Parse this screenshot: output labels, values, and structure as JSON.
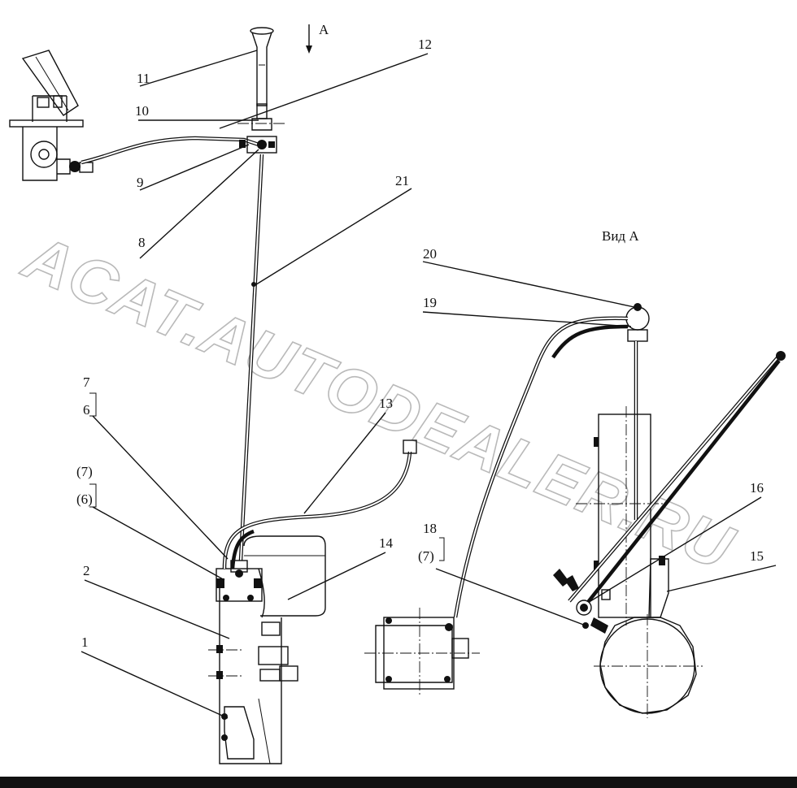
{
  "watermark": "ACAT.AUTODEALER.RU",
  "view_arrow_label": "А",
  "view_title": "Вид А",
  "callouts": {
    "c1": "1",
    "c2": "2",
    "c6": "6",
    "c7": "7",
    "c6p": "(6)",
    "c7p": "(7)",
    "c8": "8",
    "c9": "9",
    "c10": "10",
    "c11": "11",
    "c12": "12",
    "c13": "13",
    "c14": "14",
    "c15": "15",
    "c16": "16",
    "c18": "18",
    "c7p2": "(7)",
    "c19": "19",
    "c20": "20",
    "c21": "21"
  }
}
